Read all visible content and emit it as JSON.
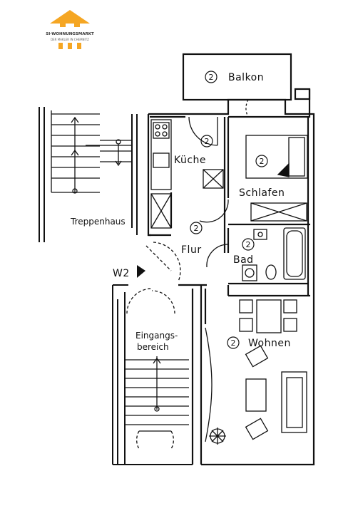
{
  "logo": {
    "line1": "SI-WOHNUNGSMARKT",
    "line2": "DER MAKLER IN CHEMNITZ",
    "color": "#f5a623"
  },
  "rooms": {
    "balkon": {
      "number": "2",
      "label": "Balkon"
    },
    "kueche": {
      "number": "2",
      "label": "Küche"
    },
    "schlafen": {
      "number": "2",
      "label": "Schlafen"
    },
    "flur": {
      "number": "2",
      "label": "Flur"
    },
    "bad": {
      "number": "2",
      "label": "Bad"
    },
    "wohnen": {
      "number": "2",
      "label": "Wohnen"
    },
    "treppenhaus": {
      "label": "Treppenhaus"
    },
    "eingang": {
      "line1": "Eingangs-",
      "line2": "bereich"
    }
  },
  "markers": {
    "entrance": "W2"
  }
}
